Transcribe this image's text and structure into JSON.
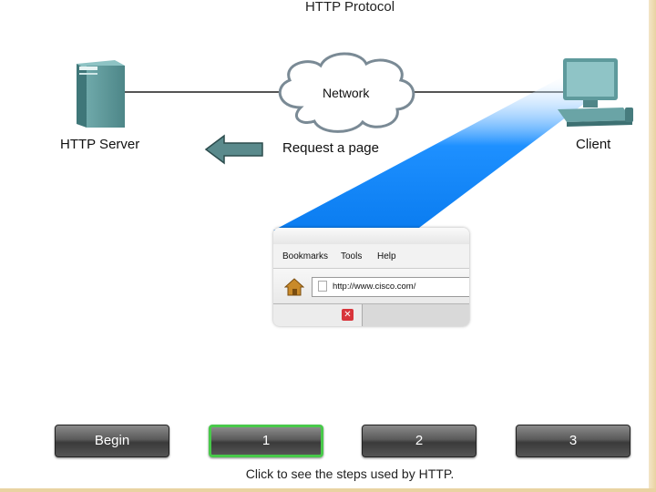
{
  "title": "HTTP Protocol",
  "nodes": {
    "server_label": "HTTP Server",
    "client_label": "Client",
    "network_label": "Network",
    "request_label": "Request a page"
  },
  "browser": {
    "menu": [
      "Bookmarks",
      "Tools",
      "Help"
    ],
    "url": "http://www.cisco.com/"
  },
  "buttons": [
    {
      "label": "Begin",
      "active": false
    },
    {
      "label": "1",
      "active": true
    },
    {
      "label": "2",
      "active": false
    },
    {
      "label": "3",
      "active": false
    }
  ],
  "hint": "Click to see the steps used by HTTP.",
  "colors": {
    "beam": "#1e90ff",
    "server": "#5f9ea0",
    "arrow": "#5a8a8c",
    "active_button_border": "#48c94a"
  }
}
